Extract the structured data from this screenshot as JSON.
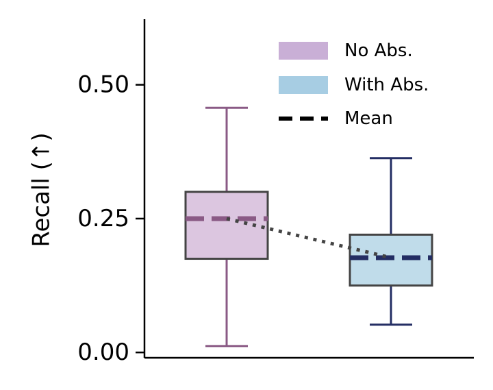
{
  "chart_data": {
    "type": "box",
    "ylabel": "Recall (↑)",
    "ylim": [
      -0.01,
      0.62
    ],
    "yticks": [
      {
        "value": 0.0,
        "label": "0.00"
      },
      {
        "value": 0.25,
        "label": "0.25"
      },
      {
        "value": 0.5,
        "label": "0.50"
      }
    ],
    "grid": false,
    "legend_position": "top-right",
    "series": [
      {
        "name": "No Abs.",
        "whisker_low": 0.012,
        "q1": 0.175,
        "median": 0.25,
        "q3": 0.3,
        "whisker_high": 0.457,
        "mean": 0.25,
        "box_fill": "#dcc6e0",
        "legend_color": "#c9afd6",
        "whisker_color": "#8a5a85"
      },
      {
        "name": "With Abs.",
        "whisker_low": 0.052,
        "q1": 0.125,
        "median": 0.177,
        "q3": 0.22,
        "whisker_high": 0.363,
        "mean": 0.177,
        "box_fill": "#c0dcea",
        "legend_color": "#a7cde3",
        "whisker_color": "#232d63"
      }
    ],
    "legend": [
      {
        "label": "No Abs.",
        "kind": "patch",
        "color": "#c9afd6"
      },
      {
        "label": "With Abs.",
        "kind": "patch",
        "color": "#a7cde3"
      },
      {
        "label": "Mean",
        "kind": "dashed-line",
        "color": "#000000"
      }
    ],
    "trend_line": {
      "style": "dotted",
      "color": "#444444",
      "connects": "means"
    },
    "box_edge_color": "#444444"
  }
}
